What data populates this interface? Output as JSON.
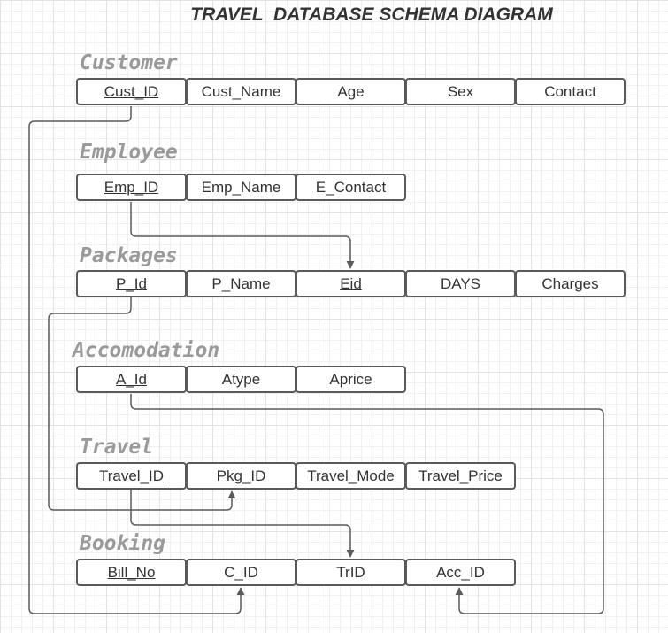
{
  "title": "TRAVEL  DATABASE SCHEMA DIAGRAM",
  "entities": {
    "customer": {
      "name": "Customer",
      "fields": [
        "Cust_ID",
        "Cust_Name",
        "Age",
        "Sex",
        "Contact"
      ]
    },
    "employee": {
      "name": "Employee",
      "fields": [
        "Emp_ID",
        "Emp_Name",
        "E_Contact"
      ]
    },
    "packages": {
      "name": "Packages",
      "fields": [
        "P_Id",
        "P_Name",
        "Eid",
        "DAYS",
        "Charges"
      ]
    },
    "accomodation": {
      "name": "Accomodation",
      "fields": [
        "A_Id",
        "Atype",
        "Aprice"
      ]
    },
    "travel": {
      "name": "Travel",
      "fields": [
        "Travel_ID",
        "Pkg_ID",
        "Travel_Mode",
        "Travel_Price"
      ]
    },
    "booking": {
      "name": "Booking",
      "fields": [
        "Bill_No",
        "C_ID",
        "TrID",
        "Acc_ID"
      ]
    }
  },
  "relationships": [
    {
      "from": "Customer.Cust_ID",
      "to": "Booking.C_ID"
    },
    {
      "from": "Employee.Emp_ID",
      "to": "Packages.Eid"
    },
    {
      "from": "Packages.P_Id",
      "to": "Travel.Pkg_ID"
    },
    {
      "from": "Accomodation.A_Id",
      "to": "Booking.Acc_ID"
    },
    {
      "from": "Travel.Travel_ID",
      "to": "Booking.TrID"
    }
  ],
  "colors": {
    "line": "#5a5a5a",
    "entity_name": "#9a9a9a",
    "text": "#333333"
  }
}
